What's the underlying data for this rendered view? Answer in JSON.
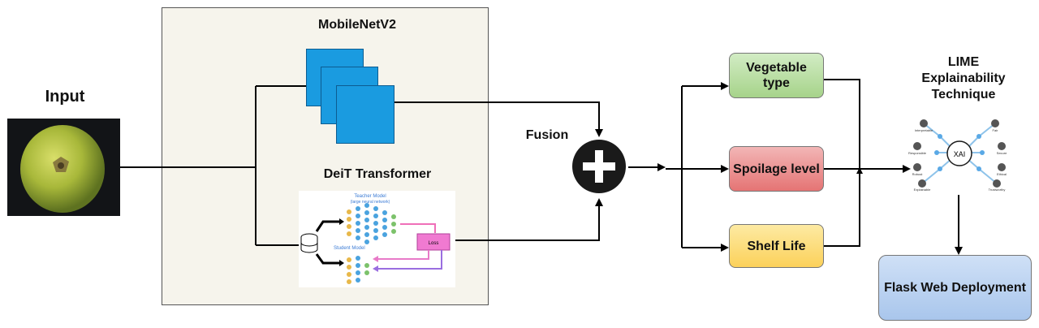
{
  "input_label": "Input",
  "mobilenet_label": "MobileNetV2",
  "deit_label": "DeiT Transformer",
  "deit_figure": {
    "teacher_label": "Teacher Model",
    "teacher_sub": "(large neural network)",
    "student_label": "Student Model",
    "loss_label": "Loss"
  },
  "fusion_label": "Fusion",
  "outputs": {
    "vegetable_type": "Vegetable type",
    "spoilage_level": "Spoilage level",
    "shelf_life": "Shelf Life"
  },
  "lime_title": "LIME Explainability Technique",
  "xai": {
    "center": "XAI",
    "terms": [
      "Interpretable",
      "Fair",
      "Responsible",
      "Secure",
      "Robust",
      "Ethical",
      "Explainable",
      "Trustworthy"
    ]
  },
  "flask_label": "Flask Web Deployment",
  "colors": {
    "mobilenet_square": "#1a9be0",
    "vegetable_box": "#a6d38a",
    "spoilage_box": "#e57474",
    "shelf_box": "#fcd15a",
    "flask_box": "#a9c6ec"
  }
}
